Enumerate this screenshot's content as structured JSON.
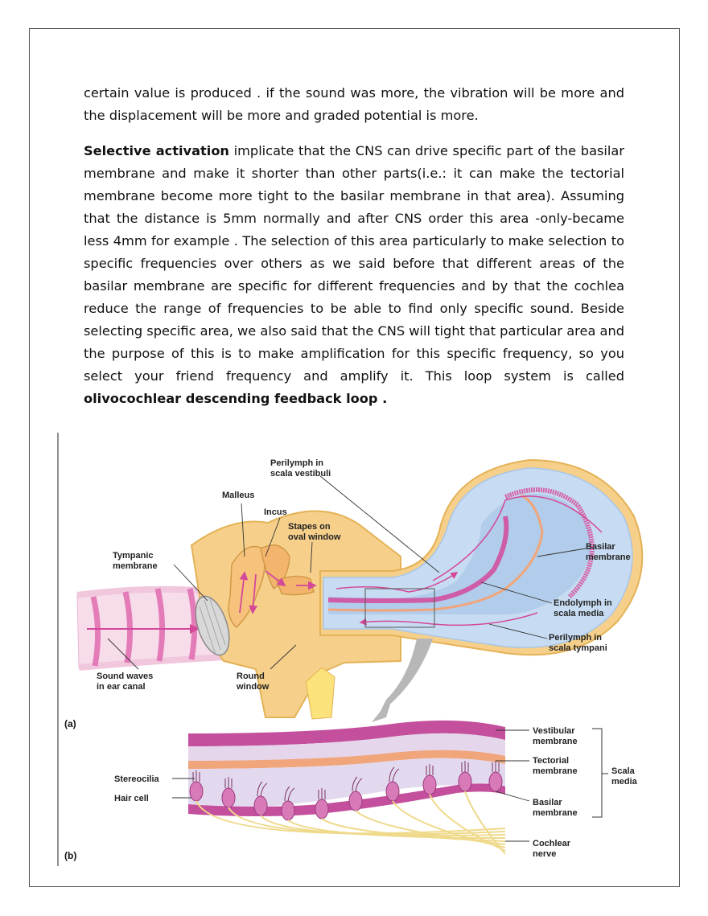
{
  "paragraphs": {
    "p1": "certain value is produced . if the sound was more, the vibration will be more and the displacement will be more and graded potential is more.",
    "p2_bold_start": "Selective activation",
    "p2_body": " implicate that the CNS can drive specific part of the basilar membrane and make it shorter than other parts(i.e.: it can make the tectorial membrane become more tight to the basilar membrane in that area). Assuming that the distance is 5mm normally and after CNS order this area -only-became less 4mm for example . The selection of this area particularly  to make selection to specific frequencies over others as we said before that different areas of the basilar membrane are specific for different frequencies and by that the cochlea reduce the range of frequencies to be able to find only specific sound. Beside selecting specific area, we also said that the CNS will tight that particular area and the purpose of this is to make amplification for this specific frequency, so you select your friend frequency and amplify it. This loop system is called ",
    "p2_bold_end": "olivocochlear descending feedback loop ."
  },
  "figure_a": {
    "tag": "(a)",
    "labels": {
      "perilymph_vestibuli_1": "Perilymph in",
      "perilymph_vestibuli_2": "scala vestibuli",
      "malleus": "Malleus",
      "incus": "Incus",
      "stapes_1": "Stapes on",
      "stapes_2": "oval window",
      "tympanic_1": "Tympanic",
      "tympanic_2": "membrane",
      "basilar_1": "Basilar",
      "basilar_2": "membrane",
      "endolymph_1": "Endolymph in",
      "endolymph_2": "scala media",
      "perilymph_tympani_1": "Perilymph in",
      "perilymph_tympani_2": "scala tympani",
      "sound_waves_1": "Sound waves",
      "sound_waves_2": "in ear canal",
      "round_window_1": "Round",
      "round_window_2": "window"
    }
  },
  "figure_b": {
    "tag": "(b)",
    "labels": {
      "vestibular_1": "Vestibular",
      "vestibular_2": "membrane",
      "tectorial_1": "Tectorial",
      "tectorial_2": "membrane",
      "scala_media_1": "Scala",
      "scala_media_2": "media",
      "stereocilia": "Stereocilia",
      "hair_cell": "Hair cell",
      "basilar_1": "Basilar",
      "basilar_2": "membrane",
      "cochlear_1": "Cochlear",
      "cochlear_2": "nerve"
    }
  },
  "colors": {
    "bone": "#f6d08a",
    "bone_dark": "#e9b860",
    "pink": "#d4489a",
    "fluid": "#c7dcf2",
    "fluid_dark": "#a8c6e8",
    "yellow": "#fbe27a",
    "membrane_purple": "#b84e98",
    "tectorial": "#f0a57a"
  }
}
